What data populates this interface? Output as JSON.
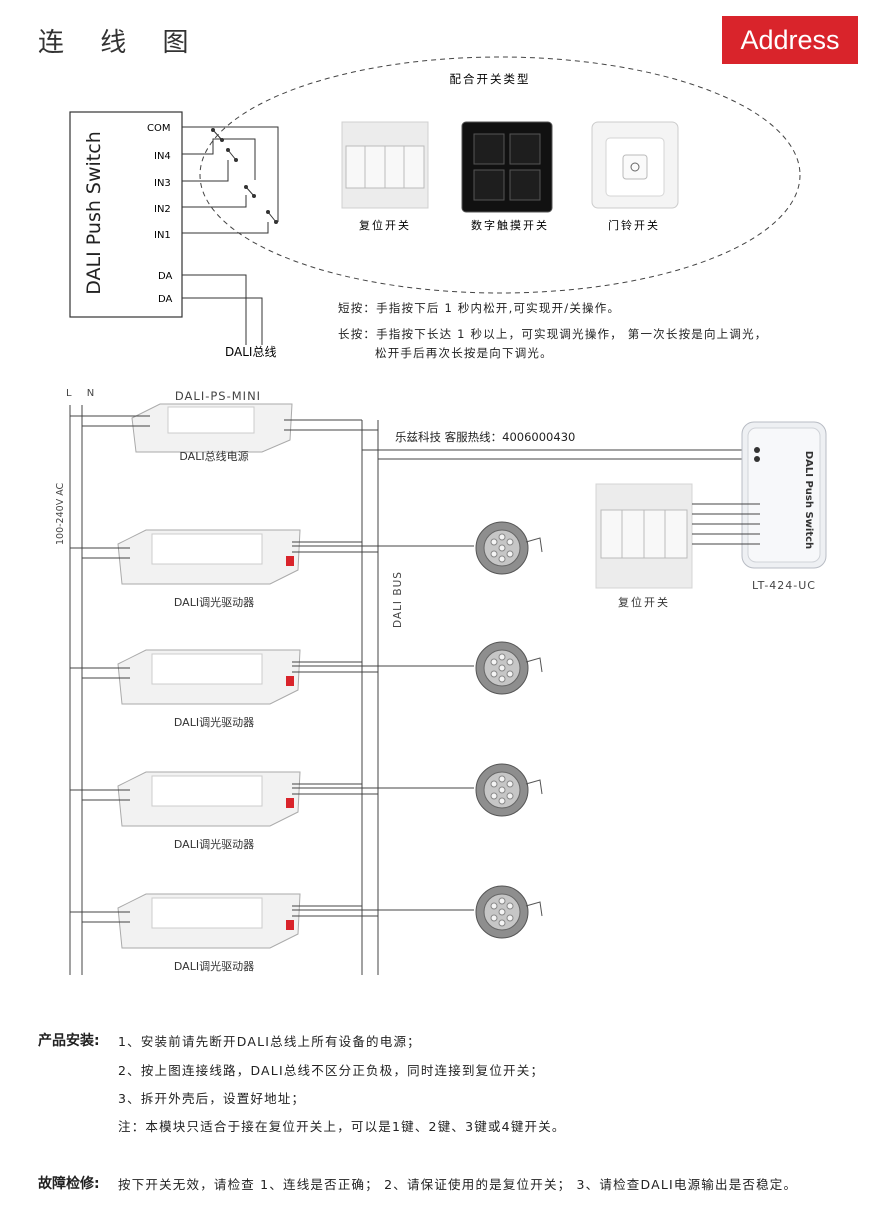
{
  "page_title": "连 线 图",
  "badge": "Address",
  "top_diagram": {
    "device_label": "DALI Push Switch",
    "terminals": [
      "COM",
      "IN4",
      "IN3",
      "IN2",
      "IN1",
      "DA",
      "DA"
    ],
    "dali_bus_label": "DALI总线",
    "switch_types_title": "配合开关类型",
    "switch_types": [
      "复位开关",
      "数字触摸开关",
      "门铃开关"
    ],
    "short_press": "短按：手指按下后 1 秒内松开,可实现开/关操作。",
    "long_press_1": "长按：手指按下长达 1 秒以上，可实现调光操作， 第一次长按是向上调光，",
    "long_press_2": "松开手后再次长按是向下调光。"
  },
  "wiring": {
    "ln_label": "L N",
    "voltage_label": "100-240V AC",
    "psu_model": "DALI-PS-MINI",
    "psu_label": "DALI总线电源",
    "driver_label": "DALI调光驱动器",
    "bus_label": "DALI BUS",
    "hotline": "乐兹科技 客服热线：4006000430",
    "module_label": "LT-424-UC",
    "module_brand": "DALI Push Switch",
    "reset_switch_label": "复位开关"
  },
  "install": {
    "heading": "产品安装:",
    "items": [
      "1、安装前请先断开DALI总线上所有设备的电源；",
      "2、按上图连接线路，DALI总线不区分正负极，同时连接到复位开关；",
      "3、拆开外壳后，设置好地址；",
      "注：本模块只适合于接在复位开关上，可以是1键、2键、3键或4键开关。"
    ]
  },
  "troubleshoot": {
    "heading": "故障检修:",
    "text": "按下开关无效，请检查  1、连线是否正确；  2、请保证使用的是复位开关；  3、请检查DALI电源输出是否稳定。"
  }
}
